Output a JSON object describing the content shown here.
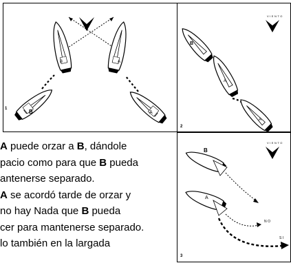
{
  "wind_label": "VIENTO",
  "panels": {
    "p1": {
      "number": "1",
      "boat_left": "B",
      "boat_right": "A",
      "boat_top_left": "B",
      "boat_top_right": "A"
    },
    "p2": {
      "number": "2",
      "boat_top": "B",
      "boat_mid": "A",
      "boat_bottom": "A"
    },
    "p3": {
      "number": "3",
      "boat_b": "B",
      "boat_a": "A",
      "no_label": "NO",
      "si_label": "SI"
    }
  },
  "text": {
    "line1": {
      "pre": "A",
      "mid1": " puede orzar a ",
      "b": "B",
      "post": ", dándole"
    },
    "line2": {
      "pre": "pacio como para que ",
      "b": "B",
      "post": " pueda"
    },
    "line3": "antenerse separado.",
    "line4": {
      "pre": "A",
      "post": " se acordó tarde de orzar y"
    },
    "line5": {
      "pre": "no hay Nada que ",
      "b": "B",
      "post": " pueda"
    },
    "line6": "cer para mantenerse separado.",
    "line7": "lo también en la largada"
  }
}
